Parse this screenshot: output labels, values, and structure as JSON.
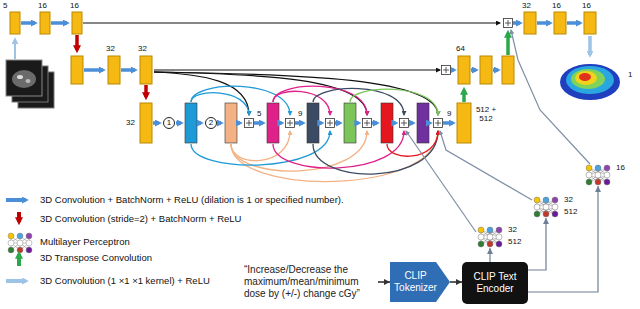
{
  "diagram": {
    "nodes": [
      {
        "text": [
          "1"
        ]
      },
      {
        "text": [
          "2"
        ]
      },
      {
        "text": [
          "16"
        ]
      },
      {
        "text": [
          "32",
          "512"
        ]
      },
      {
        "text": [
          "32",
          "512"
        ]
      },
      {
        "text": [
          "“Increase/Decrease the maximum/mean/minimum dose by (+/-) change cGy”"
        ]
      },
      {
        "text": [
          "CLIP Tokenizer"
        ]
      },
      {
        "text": [
          "CLIP Text Encoder"
        ]
      }
    ],
    "edges": [
      {
        "from": 5,
        "to": 6,
        "arrow": "to"
      },
      {
        "from": 6,
        "to": 7,
        "arrow": "to"
      },
      {
        "from": 7,
        "to": 2,
        "arrow": "to"
      },
      {
        "from": 7,
        "to": 3,
        "arrow": "to"
      },
      {
        "from": 7,
        "to": 4,
        "arrow": "to"
      }
    ],
    "labels": [
      "5",
      "16",
      "16",
      "32",
      "16",
      "16",
      "1",
      "32",
      "32",
      "64",
      "512 + 512",
      "32",
      "5",
      "9",
      "9"
    ],
    "legend": [
      {
        "text": "3D Convolution + BatchNorm + ReLU (dilation is 1 or specified number)."
      },
      {
        "text": "3D Convolution (stride=2) + BatchNorm + ReLU"
      },
      {
        "text": "Multilayer Perceptron"
      },
      {
        "text": "3D Transpose Convolution"
      },
      {
        "text": "3D Convolution (1 ×1 ×1 kernel) + ReLU"
      }
    ]
  }
}
